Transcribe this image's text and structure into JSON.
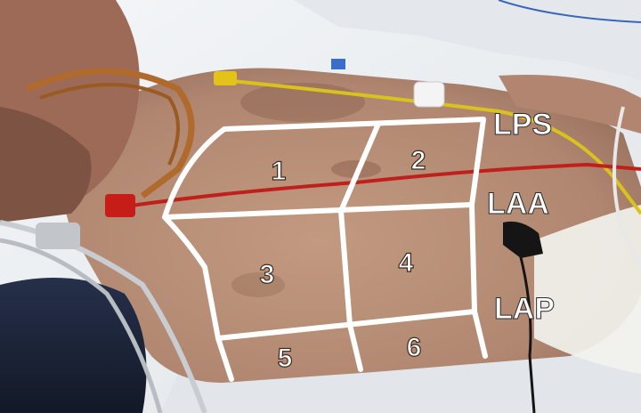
{
  "photo": {
    "colors": {
      "skin": "#b88f77",
      "skin_shadow": "#8a6552",
      "sheet": "#eef1f3",
      "sheet_shadow": "#cfd6dc",
      "grid_line": "#ffffff",
      "cable_yellow": "#d9c21d",
      "cable_red": "#c0201c",
      "cable_grey": "#c9cdd1",
      "tube_amber": "#b06a2c",
      "cuff_navy": "#1b2438",
      "electrode_black": "#151515",
      "tape": "#f2f2ee"
    },
    "region_labels": [
      {
        "id": "1",
        "text": "1"
      },
      {
        "id": "2",
        "text": "2"
      },
      {
        "id": "3",
        "text": "3"
      },
      {
        "id": "4",
        "text": "4"
      },
      {
        "id": "5",
        "text": "5"
      },
      {
        "id": "6",
        "text": "6"
      }
    ],
    "side_labels": {
      "lps": "LPS",
      "laa": "LAA",
      "lap": "LAP"
    }
  }
}
